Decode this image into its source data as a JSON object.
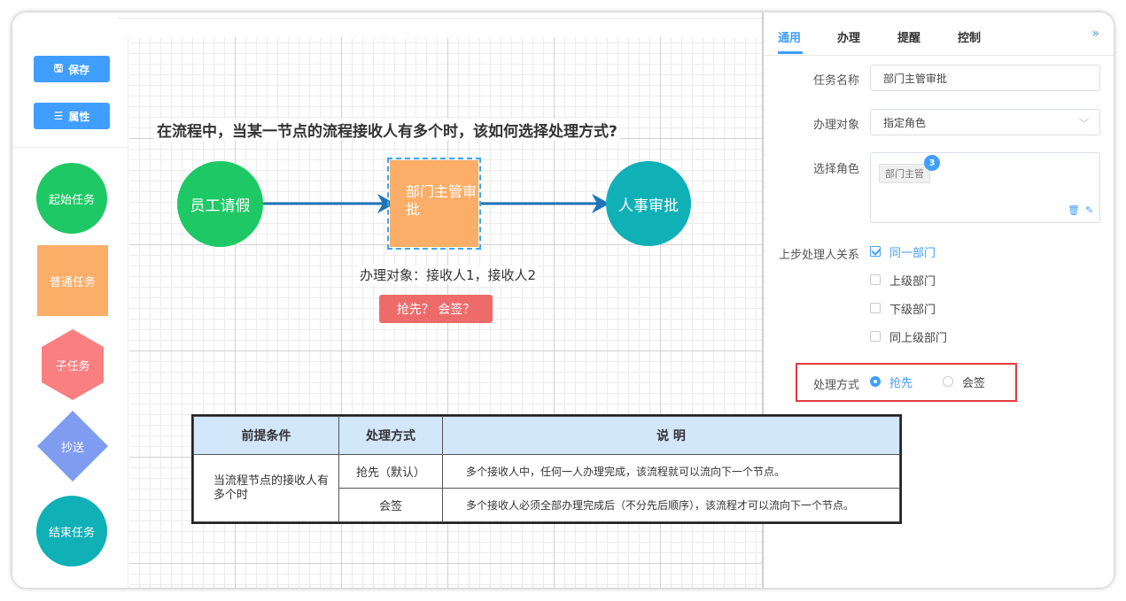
{
  "toolbar": {
    "save_label": "保存",
    "props_label": "属性"
  },
  "palette": {
    "start": "起始任务",
    "normal": "普通任务",
    "sub": "子任务",
    "cc": "抄送",
    "end": "结束任务"
  },
  "canvas": {
    "question": "在流程中，当某一节点的流程接收人有多个时，该如何选择处理方式?",
    "node1": "员工请假",
    "node2": "部门主管审批",
    "node3": "人事审批",
    "object_text": "办理对象：接收人1，接收人2",
    "pill": "抢先？ 会签？"
  },
  "panel": {
    "tabs": [
      "通用",
      "办理",
      "提醒",
      "控制"
    ],
    "task_name_label": "任务名称",
    "task_name_value": "部门主管审批",
    "object_label": "办理对象",
    "object_value": "指定角色",
    "role_label": "选择角色",
    "role_tag": "部门主管",
    "role_badge": "3",
    "relation_label": "上步处理人关系",
    "relations": [
      "同一部门",
      "上级部门",
      "下级部门",
      "同上级部门"
    ],
    "method_label": "处理方式",
    "method_options": [
      "抢先",
      "会签"
    ]
  },
  "table": {
    "headers": [
      "前提条件",
      "处理方式",
      "说  明"
    ],
    "condition": "当流程节点的接收人有多个时",
    "rows": [
      {
        "method": "抢先（默认）",
        "desc": "多个接收人中，任何一人办理完成，该流程就可以流向下一个节点。"
      },
      {
        "method": "会签",
        "desc": "多个接收人必须全部办理完成后（不分先后顺序），该流程才可以流向下一个节点。"
      }
    ]
  },
  "colors": {
    "accent": "#409eff",
    "highlight": "#e23b3b"
  }
}
